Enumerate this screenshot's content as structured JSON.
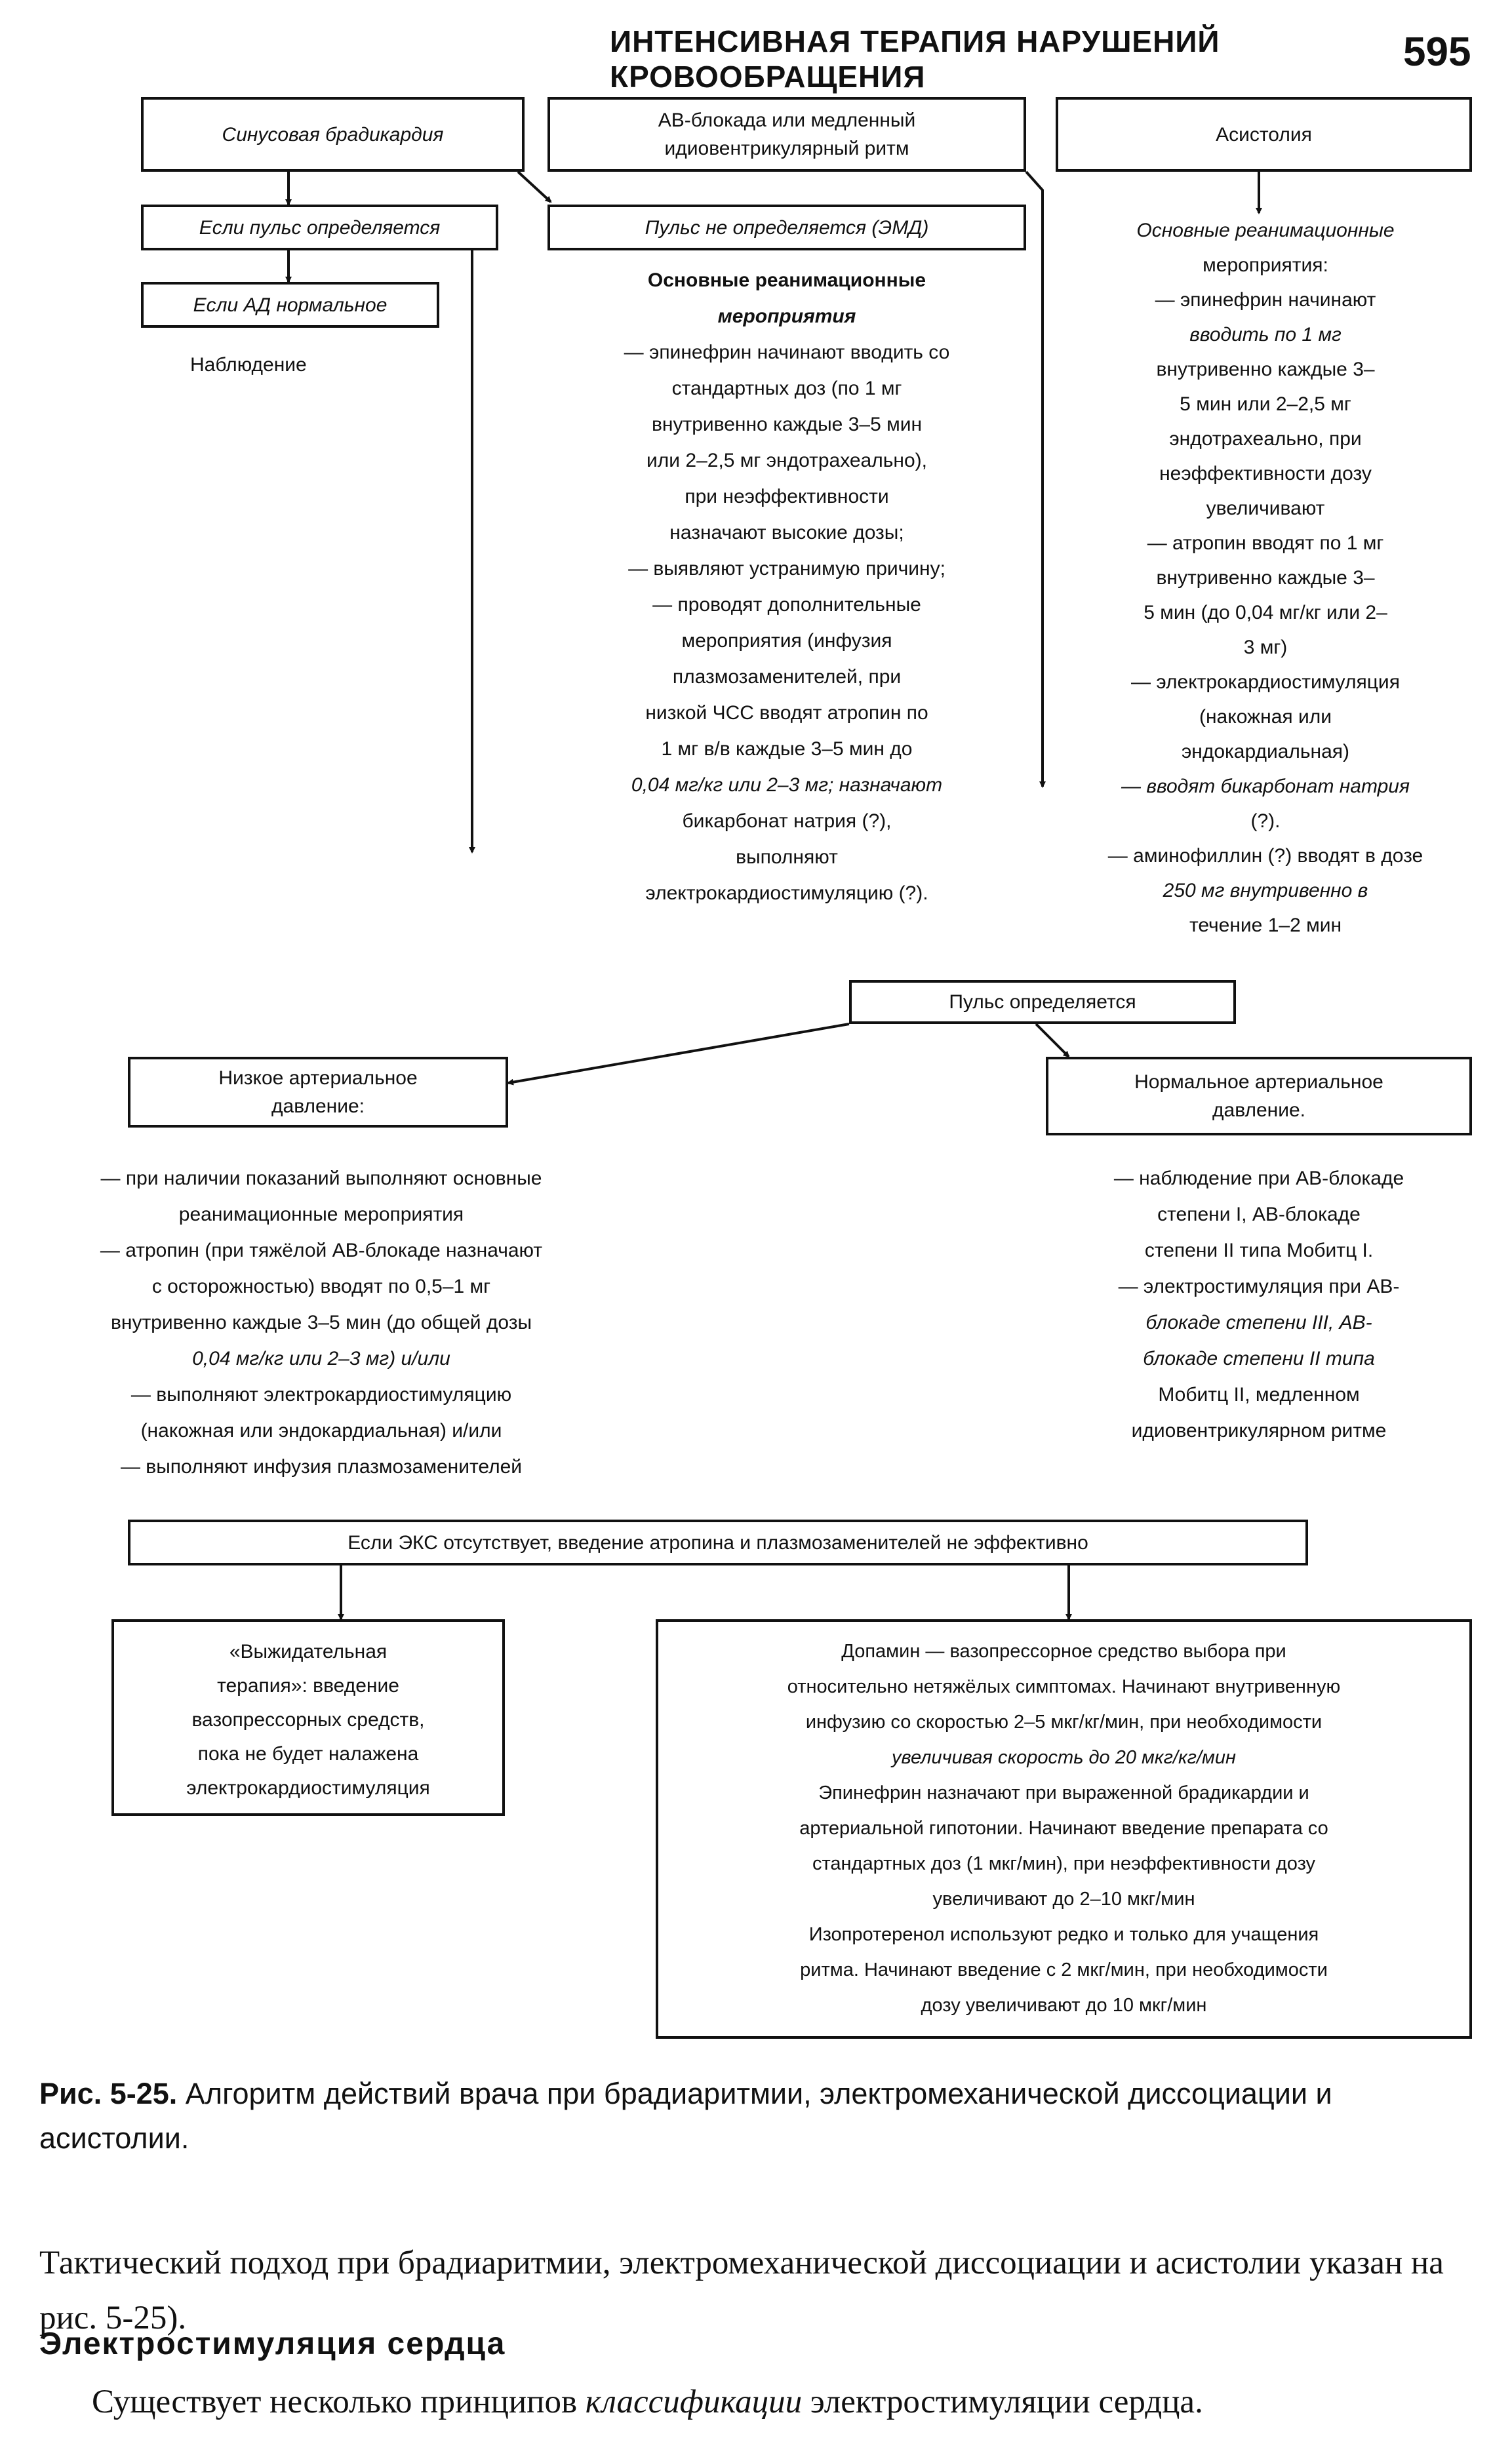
{
  "header": {
    "title": "ИНТЕНСИВНАЯ ТЕРАПИЯ НАРУШЕНИЙ КРОВООБРАЩЕНИЯ",
    "page_number": "595"
  },
  "flowchart": {
    "top_boxes": {
      "sinus_bradycardia": "Синусовая брадикардия",
      "av_block": [
        "АВ-блокада или медленный",
        "идиовентрикулярный ритм"
      ],
      "asystole": "Асистолия"
    },
    "pulse_detected_top": "Если пульс определяется",
    "bp_normal": "Если АД нормальное",
    "observation": "Наблюдение",
    "no_pulse_emd": "Пульс не определяется (ЭМД)",
    "emd_measures": [
      "Основные реанимационные",
      "мероприятия",
      "— эпинефрин начинают вводить со",
      "стандартных доз (по 1 мг",
      "внутривенно каждые 3–5 мин",
      "или 2–2,5 мг эндотрахеально),",
      "при неэффективности",
      "назначают высокие дозы;",
      "— выявляют устранимую причину;",
      "— проводят дополнительные",
      "мероприятия (инфузия",
      "плазмозаменителей, при",
      "низкой ЧСС вводят атропин по",
      "1 мг в/в каждые 3–5 мин до",
      "0,04 мг/кг или 2–3 мг; назначают",
      "бикарбонат натрия (?),",
      "выполняют",
      "электрокардиостимуляцию (?)."
    ],
    "asystole_measures": [
      "Основные реанимационные",
      "мероприятия:",
      "— эпинефрин начинают",
      "вводить по 1 мг",
      "внутривенно каждые 3–",
      "5 мин или 2–2,5 мг",
      "эндотрахеально, при",
      "неэффективности дозу",
      "увеличивают",
      "— атропин вводят по 1 мг",
      "внутривенно каждые 3–",
      "5 мин (до 0,04 мг/кг или 2–",
      "3 мг)",
      "— электрокардиостимуляция",
      "(накожная или",
      "эндокардиальная)",
      "— вводят бикарбонат натрия",
      "(?).",
      "— аминофиллин (?) вводят в дозе",
      "250 мг внутривенно в",
      "течение 1–2 мин"
    ],
    "pulse_detected_mid": "Пульс определяется",
    "low_bp_box": [
      "Низкое артериальное",
      "давление:"
    ],
    "normal_bp_box": [
      "Нормальное артериальное",
      "давление."
    ],
    "low_bp_measures": [
      "— при наличии показаний выполняют основные",
      "реанимационные мероприятия",
      "— атропин (при тяжёлой АВ-блокаде назначают",
      "с осторожностью) вводят по 0,5–1 мг",
      "внутривенно каждые 3–5 мин (до общей дозы",
      "0,04 мг/кг или 2–3 мг) и/или",
      "— выполняют электрокардиостимуляцию",
      "(накожная или эндокардиальная) и/или",
      "— выполняют инфузия плазмозаменителей"
    ],
    "normal_bp_measures": [
      "— наблюдение при АВ-блокаде",
      "степени I, АВ-блокаде",
      "степени II типа Мобитц I.",
      "— электростимуляция при АВ-",
      "блокаде степени III, АВ-",
      "блокаде степени II типа",
      "Мобитц II, медленном",
      "идиовентрикулярном ритме"
    ],
    "no_pacing_box": "Если ЭКС отсутствует, введение атропина и плазмозаменителей не эффективно",
    "waiting_therapy": [
      "«Выжидательная",
      "терапия»: введение",
      "вазопрессорных средств,",
      "пока не будет налажена",
      "электрокардиостимуляция"
    ],
    "drugs_box": [
      "Допамин — вазопрессорное средство выбора при",
      "относительно нетяжёлых симптомах. Начинают внутривенную",
      "инфузию со скоростью 2–5 мкг/кг/мин, при необходимости",
      "увеличивая скорость до 20 мкг/кг/мин",
      "Эпинефрин назначают при выраженной брадикардии и",
      "артериальной гипотонии. Начинают введение препарата со",
      "стандартных доз (1 мкг/мин), при неэффективности дозу",
      "увеличивают до 2–10 мкг/мин",
      "Изопротеренол используют редко и только для учащения",
      "ритма. Начинают введение с 2 мкг/мин, при необходимости",
      "дозу увеличивают до 10 мкг/мин"
    ]
  },
  "caption": {
    "label": "Рис. 5-25.",
    "text": "Алгоритм действий врача при брадиаритмии, электромеханической диссоциации и асистолии."
  },
  "body": {
    "paragraph1": "Тактический подход при брадиаритмии, электромеханической диссоциации и асистолии указан на рис. 5-25).",
    "heading": "Электростимуляция сердца",
    "paragraph2_start": "Существует несколько принципов ",
    "paragraph2_italic": "классификации",
    "paragraph2_end": " электростимуляции сердца."
  }
}
